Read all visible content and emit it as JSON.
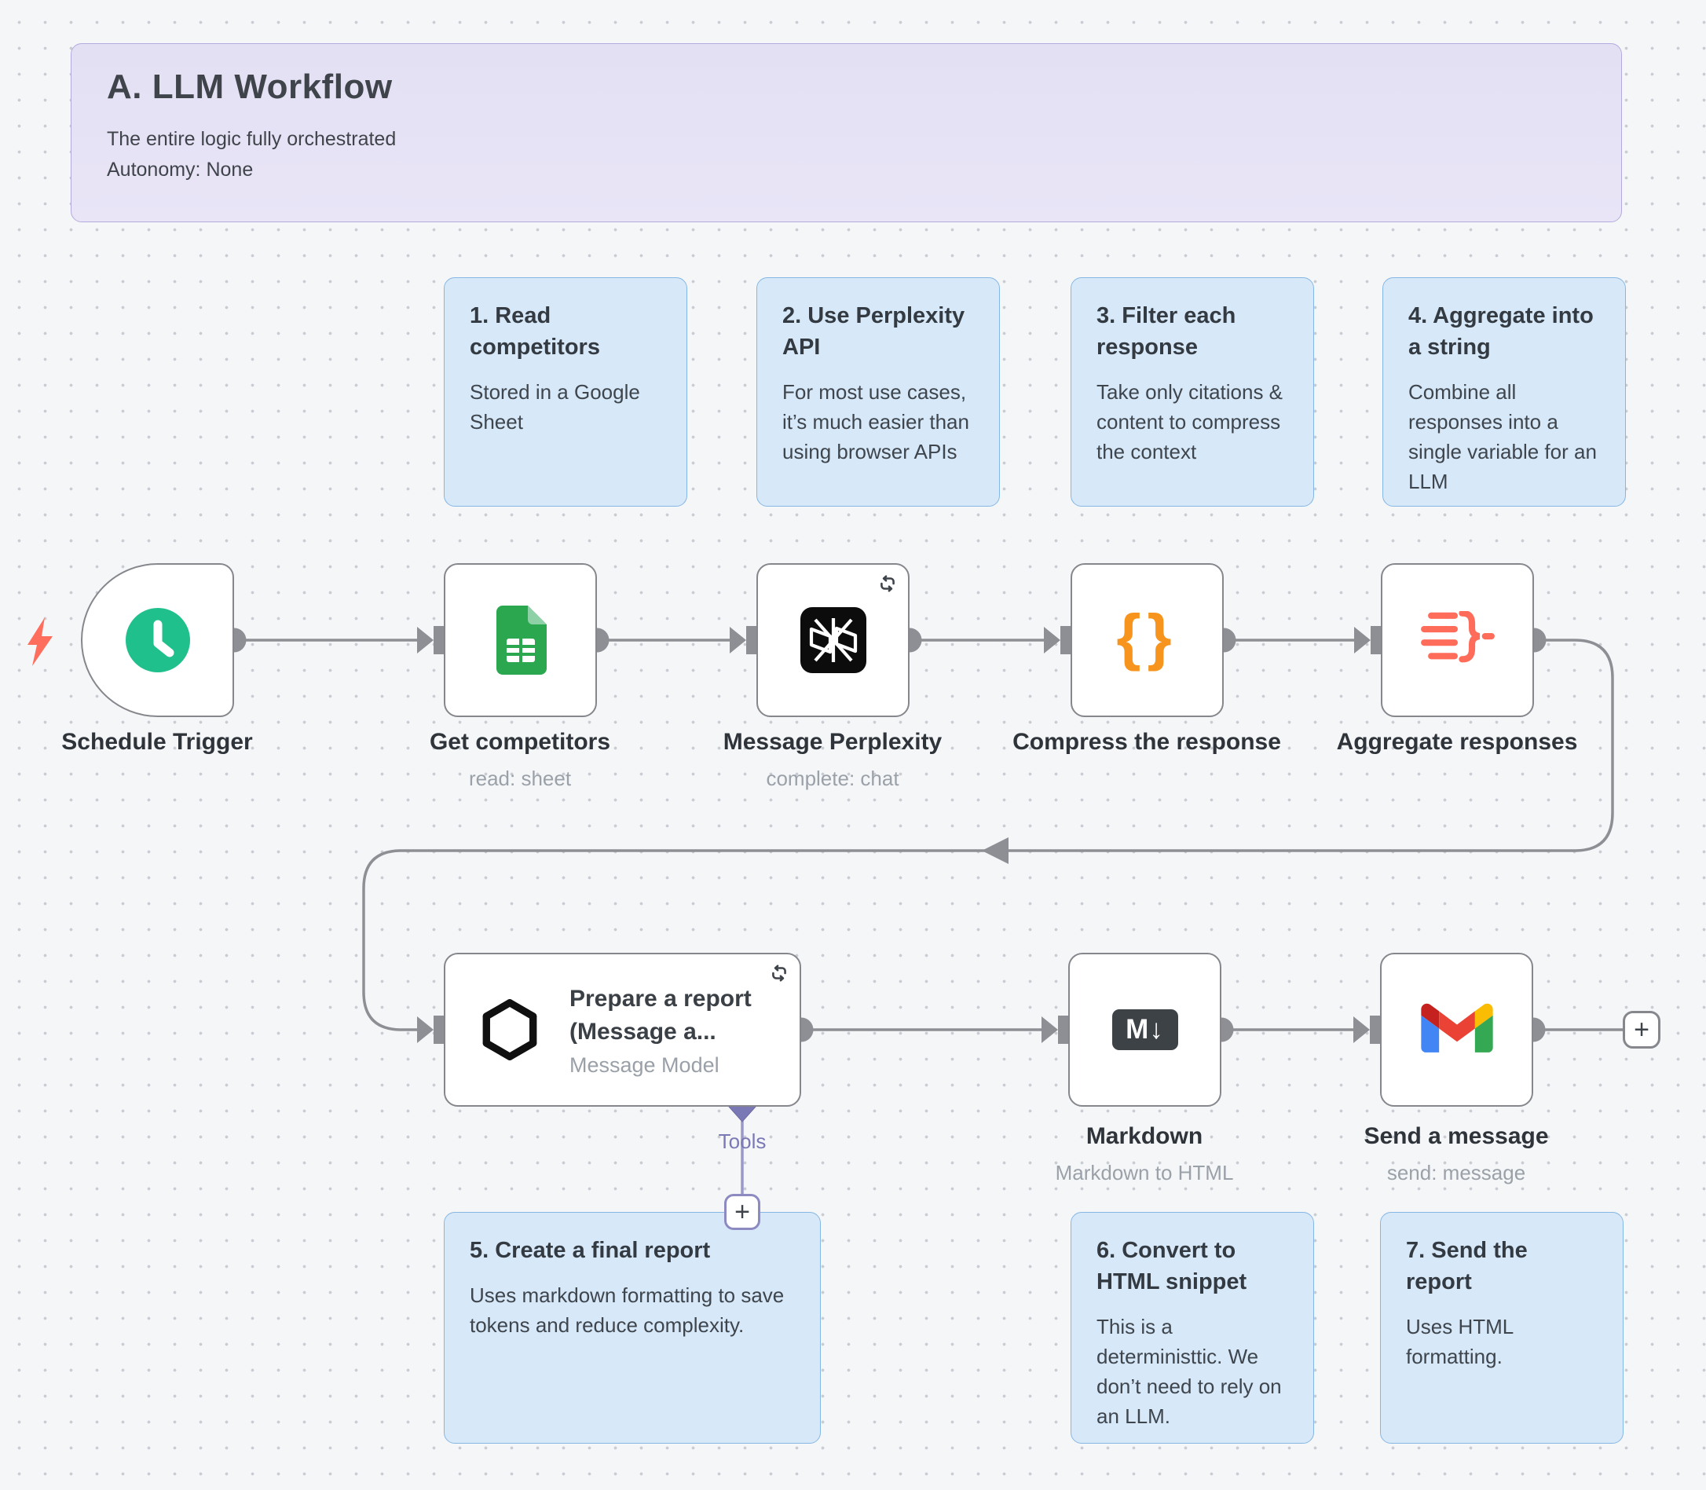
{
  "header": {
    "title": "A. LLM Workflow",
    "subtitle_line1": "The entire logic fully orchestrated",
    "subtitle_line2": "Autonomy: None"
  },
  "notes_top": [
    {
      "title": "1. Read competitors",
      "body": "Stored in a Google Sheet"
    },
    {
      "title": "2. Use Perplexity API",
      "body": "For most use cases, it’s much easier than using browser APIs"
    },
    {
      "title": "3. Filter each response",
      "body": "Take only citations & content to compress the context"
    },
    {
      "title": "4. Aggregate into a string",
      "body": "Combine all responses into a single variable for an LLM"
    }
  ],
  "notes_bottom": [
    {
      "title": "5. Create a final report",
      "body": "Uses markdown formatting to save tokens and reduce complexity."
    },
    {
      "title": "6. Convert to HTML snippet",
      "body": "This is a deterministtic. We don’t need to rely on an LLM."
    },
    {
      "title": "7. Send the report",
      "body": "Uses HTML formatting."
    }
  ],
  "nodes": {
    "schedule": {
      "label": "Schedule Trigger"
    },
    "sheets": {
      "label": "Get competitors",
      "subtitle": "read: sheet"
    },
    "perplexity": {
      "label": "Message Perplexity",
      "subtitle": "complete: chat"
    },
    "compress": {
      "label": "Compress the response"
    },
    "aggregate": {
      "label": "Aggregate responses"
    },
    "prepare": {
      "title_line1": "Prepare a report",
      "title_line2": "(Message a...",
      "subtitle": "Message Model"
    },
    "markdown": {
      "label": "Markdown",
      "subtitle": "Markdown to HTML",
      "icon_text": "M↓"
    },
    "gmail": {
      "label": "Send a message",
      "subtitle": "send: message"
    }
  },
  "tools": {
    "label": "Tools",
    "plus": "+"
  },
  "add_button": "+",
  "icons": {
    "compress_braces": "{}"
  },
  "colors": {
    "canvas_bg": "#f5f6f8",
    "sticky_purple_bg": "#e5e1f5",
    "sticky_purple_border": "#b3abdd",
    "sticky_blue_bg": "#d7e8f8",
    "sticky_blue_border": "#86b7e4",
    "node_border": "#85878c",
    "connector": "#8d8f94",
    "trigger_bolt": "#ff6d5c",
    "schedule_green": "#1fc08c",
    "sheets_green": "#2ba84f",
    "compress_orange": "#f6941d",
    "aggregate_coral": "#ff6d5a",
    "tools_purple": "#7b79b5",
    "gmail_red": "#ea4335",
    "gmail_blue": "#4285f4",
    "gmail_green": "#34a853",
    "gmail_yellow": "#fbbc04"
  }
}
